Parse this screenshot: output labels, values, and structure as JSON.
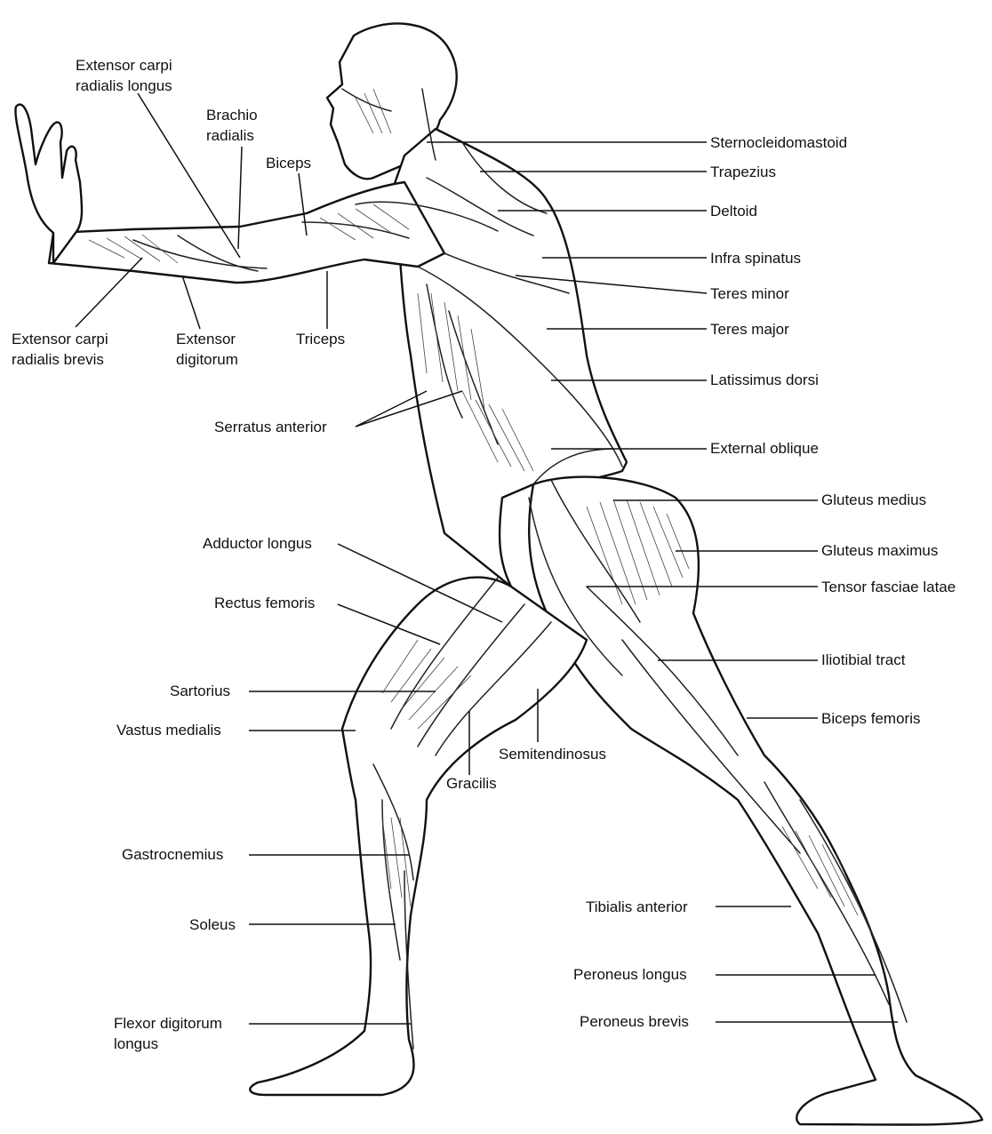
{
  "labels": {
    "extensor_carpi_radialis_longus": [
      "Extensor carpi",
      "radialis longus"
    ],
    "brachio_radialis": [
      "Brachio",
      "radialis"
    ],
    "biceps": "Biceps",
    "extensor_carpi_radialis_brevis": [
      "Extensor carpi",
      "radialis brevis"
    ],
    "extensor_digitorum": [
      "Extensor",
      "digitorum"
    ],
    "triceps": "Triceps",
    "serratus_anterior": "Serratus anterior",
    "sternocleidomastoid": "Sternocleidomastoid",
    "trapezius": "Trapezius",
    "deltoid": "Deltoid",
    "infra_spinatus": "Infra spinatus",
    "teres_minor": "Teres minor",
    "teres_major": "Teres major",
    "latissimus_dorsi": "Latissimus dorsi",
    "external_oblique": "External oblique",
    "gluteus_medius": "Gluteus medius",
    "gluteus_maximus": "Gluteus maximus",
    "tensor_fasciae_latae": "Tensor fasciae latae",
    "iliotibial_tract": "Iliotibial tract",
    "biceps_femoris": "Biceps femoris",
    "adductor_longus": "Adductor longus",
    "rectus_femoris": "Rectus femoris",
    "sartorius": "Sartorius",
    "vastus_medialis": "Vastus medialis",
    "semitendinosus": "Semitendinosus",
    "gracilis": "Gracilis",
    "gastrocnemius": "Gastrocnemius",
    "soleus": "Soleus",
    "flexor_digitorum_longus": [
      "Flexor digitorum",
      "longus"
    ],
    "tibialis_anterior": "Tibialis anterior",
    "peroneus_longus": "Peroneus longus",
    "peroneus_brevis": "Peroneus brevis"
  }
}
